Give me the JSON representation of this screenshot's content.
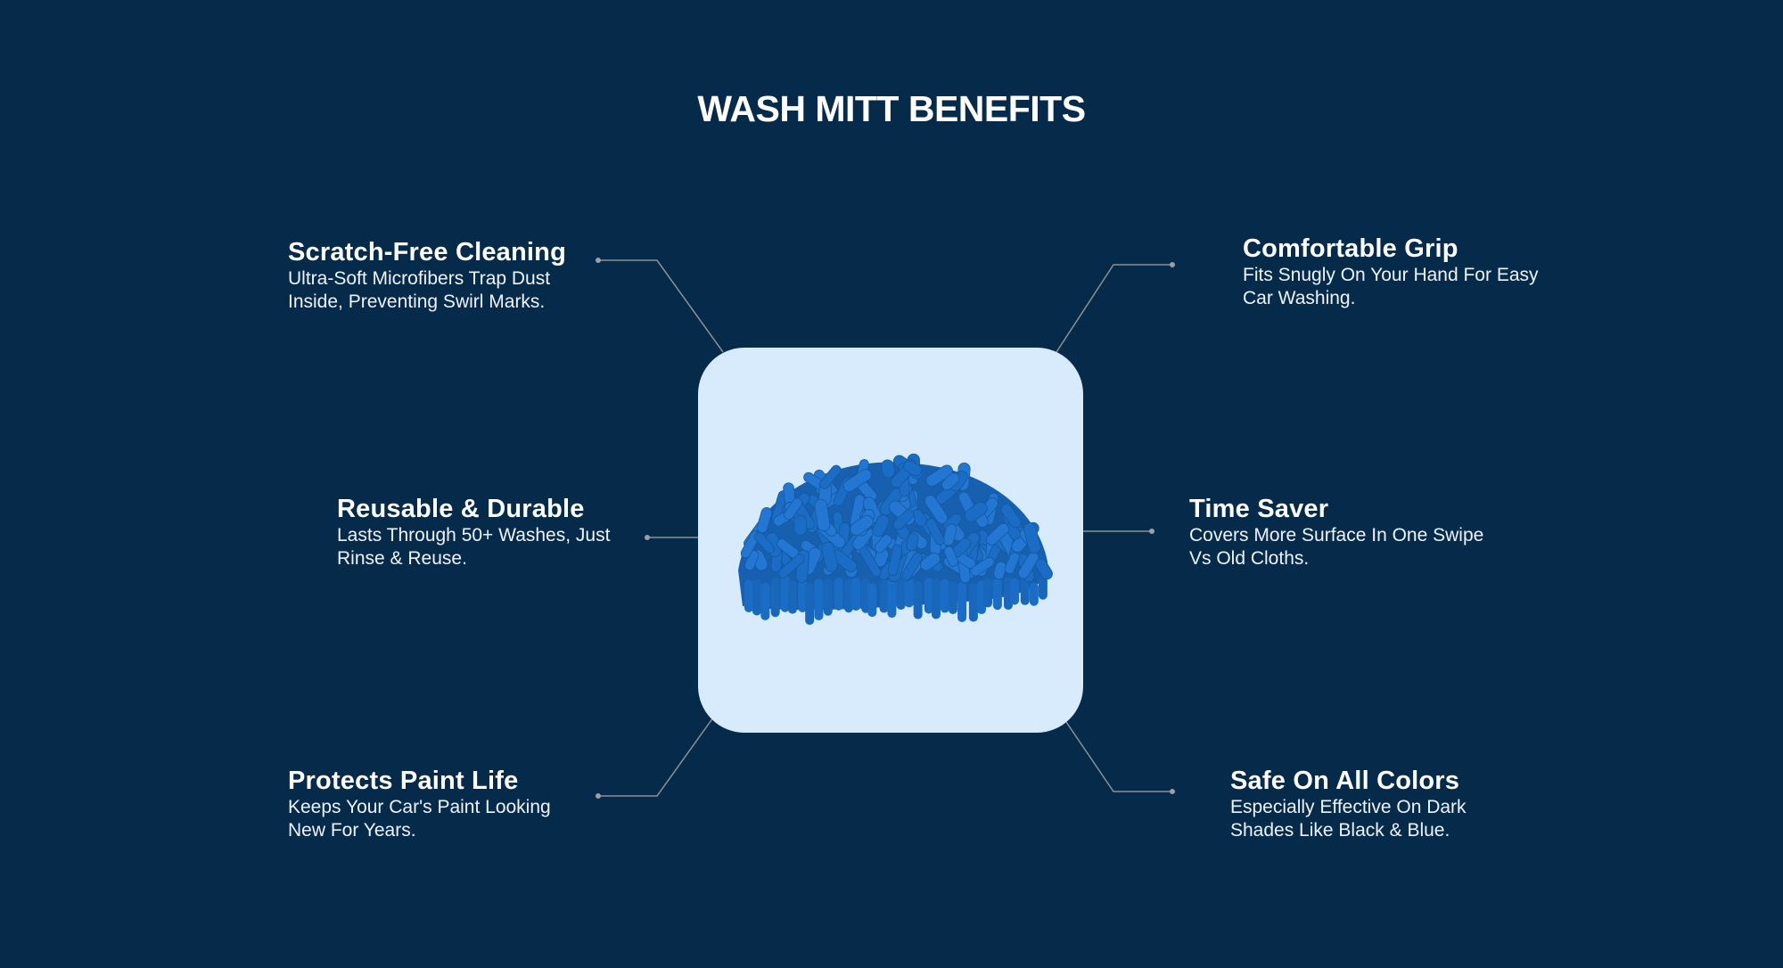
{
  "title": "WASH MITT BENEFITS",
  "benefits": [
    {
      "heading": "Scratch-Free Cleaning",
      "text": "Ultra-Soft Microfibers Trap Dust Inside, Preventing Swirl Marks."
    },
    {
      "heading": "Comfortable Grip",
      "text": "Fits Snugly On Your Hand For Easy Car Washing."
    },
    {
      "heading": "Reusable & Durable",
      "text": "Lasts Through 50+ Washes, Just Rinse & Reuse."
    },
    {
      "heading": "Time Saver",
      "text": "Covers More Surface In One Swipe Vs Old Cloths."
    },
    {
      "heading": "Protects Paint Life",
      "text": "Keeps Your Car's Paint Looking New For Years."
    },
    {
      "heading": "Safe On All Colors",
      "text": "Especially Effective On Dark Shades Like Black & Blue."
    }
  ],
  "colors": {
    "background": "#052a4a",
    "card": "#d8ebfd",
    "mitt": "#1a6cc4",
    "connector": "#8c9097"
  }
}
